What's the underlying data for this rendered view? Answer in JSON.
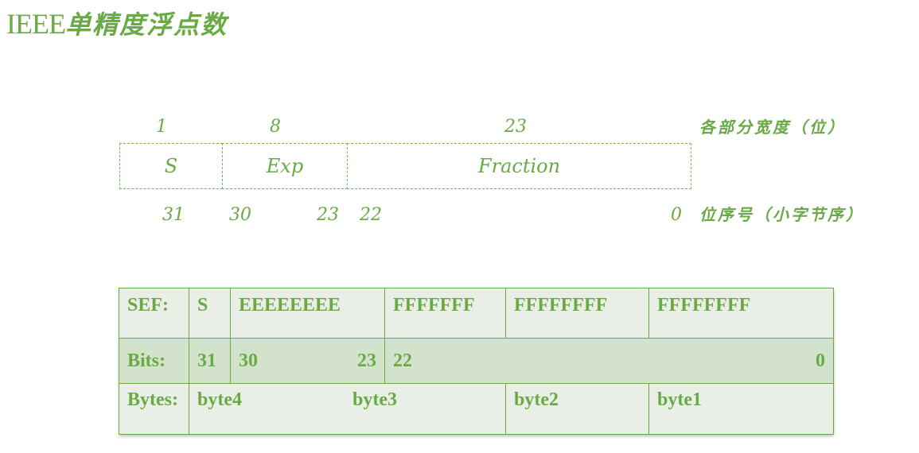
{
  "title": {
    "latin": "IEEE",
    "cjk": "单精度浮点数"
  },
  "widths": {
    "s": "1",
    "exp": "8",
    "fraction": "23",
    "label": "各部分宽度（位）"
  },
  "fields": {
    "s": "S",
    "exp": "Exp",
    "fraction": "Fraction"
  },
  "bit_positions": {
    "b31": "31",
    "b30": "30",
    "b23": "23",
    "b22": "22",
    "b0": "0",
    "label": "位序号（小字节序）"
  },
  "table": {
    "row_sef": {
      "header": "SEF:",
      "s": "S",
      "exp": "EEEEEEEE",
      "f1": "FFFFFFF",
      "f2": "FFFFFFFF",
      "f3": "FFFFFFFF"
    },
    "row_bits": {
      "header": "Bits:",
      "b31": "31",
      "b30": "30",
      "b23": "23",
      "b22": "22",
      "b0": "0"
    },
    "row_bytes": {
      "header": "Bytes:",
      "byte4": "byte4",
      "byte3": "byte3",
      "byte2": "byte2",
      "byte1": "byte1"
    }
  },
  "colors": {
    "accent": "#6aaa45",
    "row_light": "#e9efe6",
    "row_dark": "#d3e3cb"
  }
}
